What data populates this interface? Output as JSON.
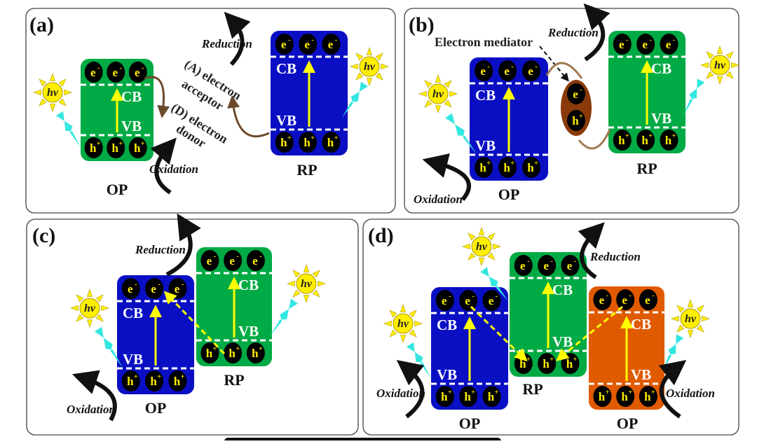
{
  "colors": {
    "green": "#00aa44",
    "blue": "#0a0fc4",
    "orange": "#e05a00",
    "mediator": "#8a3a0a",
    "carrier_text": "#ffee00",
    "arrow_yellow": "#ffff00",
    "lightning": "#33e6e0",
    "sun": "#ffee00"
  },
  "labels": {
    "cb": "CB",
    "vb": "VB",
    "electron": "e",
    "electron_sup": "-",
    "hole": "h",
    "hole_sup": "+",
    "hv": "hν",
    "reduction": "Reduction",
    "oxidation": "Oxidation",
    "op": "OP",
    "rp": "RP"
  },
  "panels": [
    {
      "id": "a",
      "label": "(a)",
      "notes": [
        "(A) electron",
        "acceptor",
        "(D) electron",
        "donor"
      ]
    },
    {
      "id": "b",
      "label": "(b)",
      "notes": [
        "Electron mediator"
      ]
    },
    {
      "id": "c",
      "label": "(c)"
    },
    {
      "id": "d",
      "label": "(d)"
    }
  ]
}
